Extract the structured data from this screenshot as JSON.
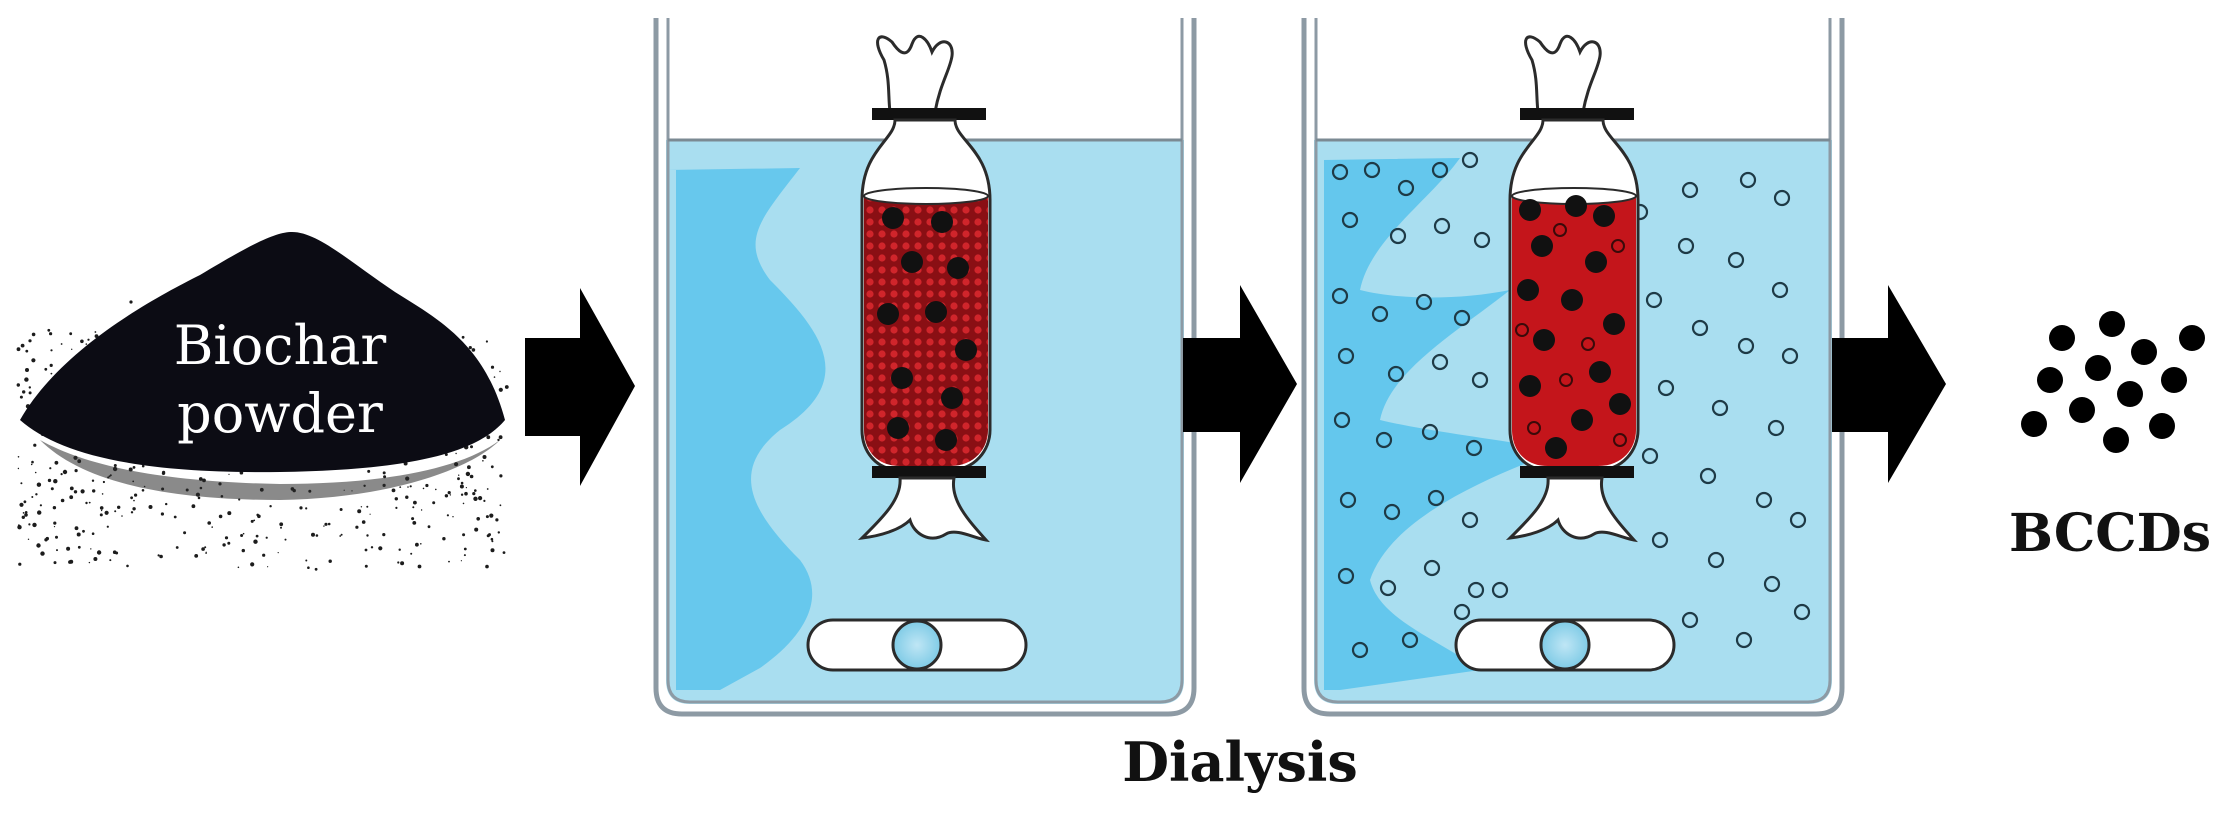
{
  "labels": {
    "biochar_line1": "Biochar",
    "biochar_line2": "powder",
    "dialysis": "Dialysis",
    "product": "BCCDs"
  },
  "colors": {
    "water_light": "#a9def0",
    "water_swirl": "#5cc4ec",
    "bag_content": "#c4151b",
    "particle": "#111111",
    "arrow": "#000000"
  }
}
